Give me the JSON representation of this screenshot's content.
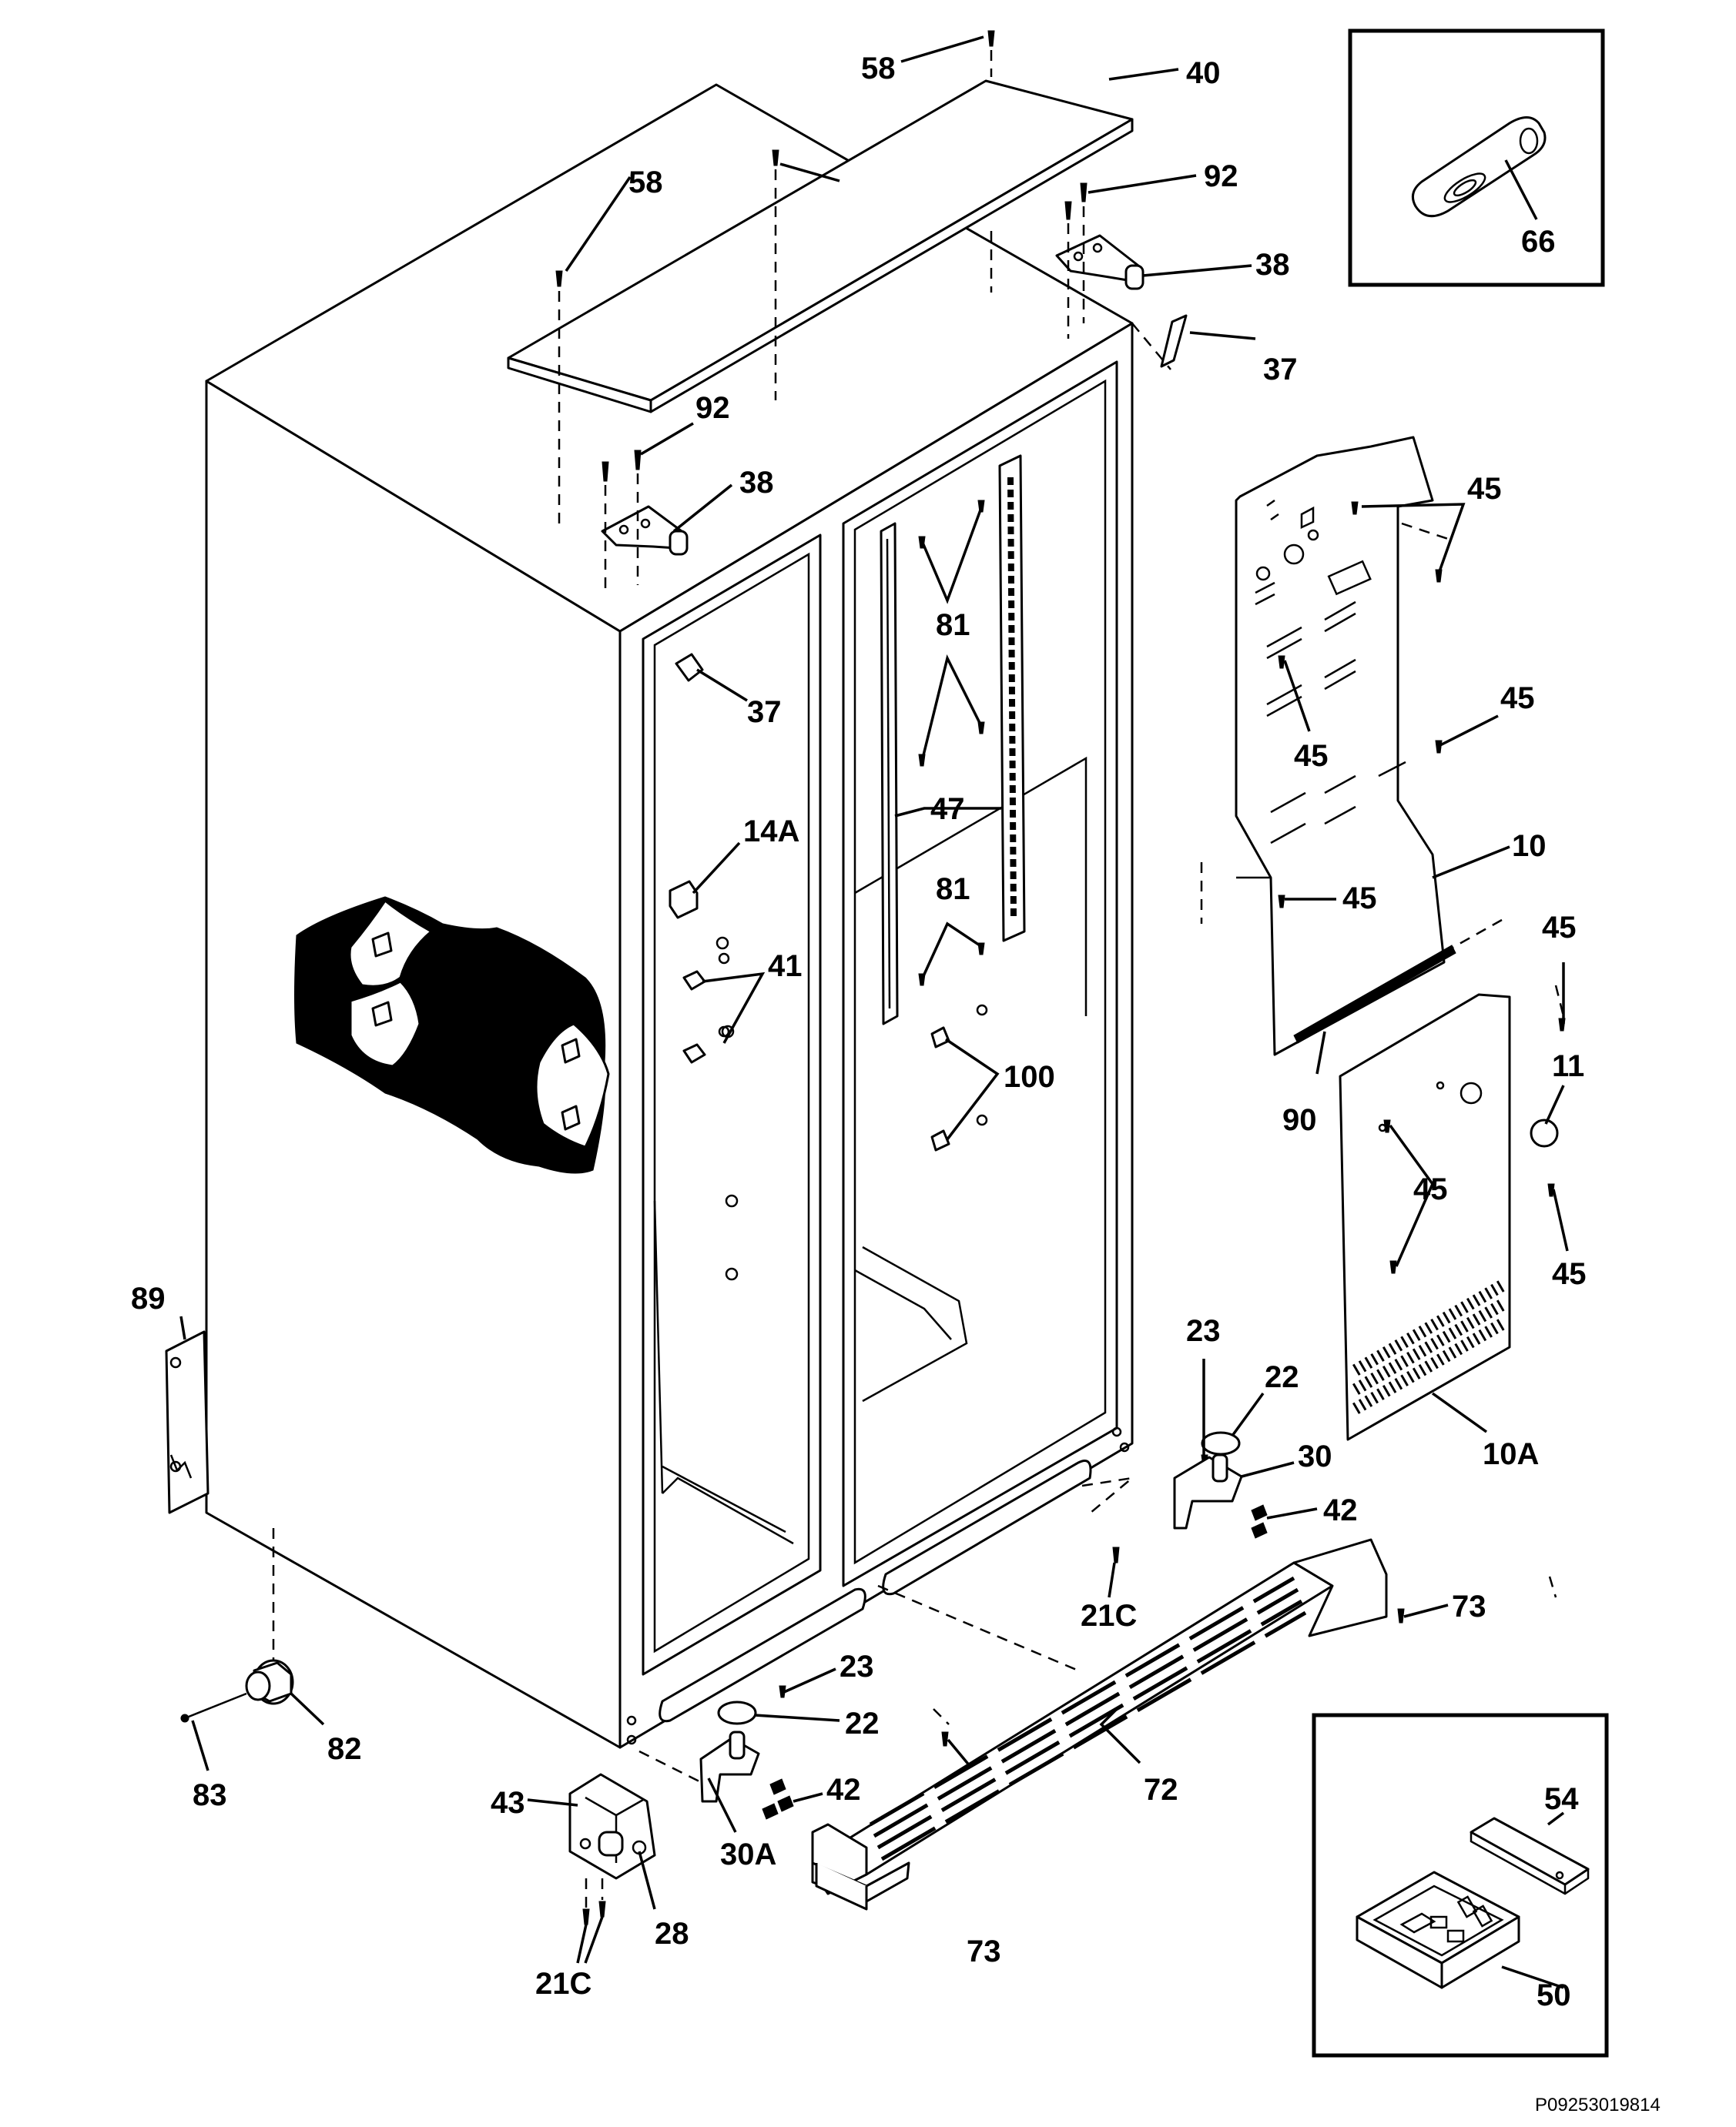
{
  "labels": {
    "p58a": "58",
    "p40": "40",
    "p58b": "58",
    "p92a": "92",
    "p38a": "38",
    "p37a": "37",
    "p92b": "92",
    "p38b": "38",
    "p37b": "37",
    "p81a": "81",
    "p14a": "14A",
    "p47": "47",
    "p81b": "81",
    "p41": "41",
    "p100": "100",
    "p45a": "45",
    "p45b": "45",
    "p45c": "45",
    "p45d": "45",
    "p10": "10",
    "p45e": "45",
    "p11": "11",
    "p90": "90",
    "p45f": "45",
    "p45g": "45",
    "p10a": "10A",
    "p23a": "23",
    "p22a": "22",
    "p30": "30",
    "p42a": "42",
    "p21ca": "21C",
    "p73a": "73",
    "p89": "89",
    "p23b": "23",
    "p22b": "22",
    "p42b": "42",
    "p82": "82",
    "p83": "83",
    "p43": "43",
    "p30a": "30A",
    "p28": "28",
    "p21cb": "21C",
    "p72": "72",
    "p73b": "73",
    "p66": "66",
    "p54": "54",
    "p50": "50"
  },
  "diagram_code": "P09253019814"
}
